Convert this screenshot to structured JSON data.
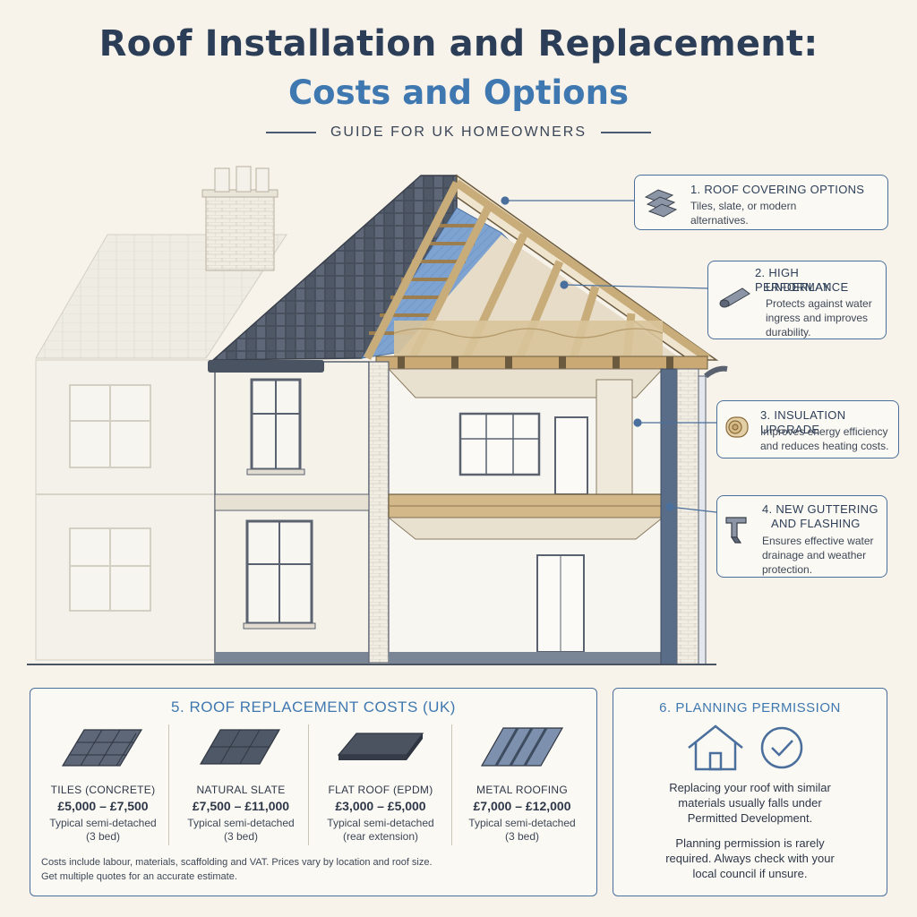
{
  "header": {
    "title_line1": "Roof Installation and Replacement:",
    "title_line2": "Costs and Options",
    "subtitle": "GUIDE FOR UK HOMEOWNERS"
  },
  "callouts": [
    {
      "title": "1. ROOF COVERING OPTIONS",
      "desc_lines": [
        "Tiles, slate, or modern",
        "alternatives."
      ],
      "icon": "roof-tiles-icon"
    },
    {
      "title_lines": [
        "2. HIGH PERFORMANCE",
        "UNDERLAY"
      ],
      "desc_lines": [
        "Protects against water",
        "ingress and improves",
        "durability."
      ],
      "icon": "underlay-roll-icon"
    },
    {
      "title": "3. INSULATION UPGRADE",
      "desc_lines": [
        "Improves energy efficiency",
        "and reduces heating costs."
      ],
      "icon": "insulation-roll-icon"
    },
    {
      "title_lines": [
        "4. NEW GUTTERING",
        "AND FLASHING"
      ],
      "desc_lines": [
        "Ensures effective water",
        "drainage and weather",
        "protection."
      ],
      "icon": "gutter-icon"
    }
  ],
  "costs": {
    "title": "5. ROOF REPLACEMENT COSTS (UK)",
    "items": [
      {
        "name": "TILES (CONCRETE)",
        "price": "£5,000 – £7,500",
        "sub_lines": [
          "Typical semi-detached",
          "(3 bed)"
        ],
        "icon": "concrete-tiles-icon"
      },
      {
        "name": "NATURAL SLATE",
        "price": "£7,500 – £11,000",
        "sub_lines": [
          "Typical semi-detached",
          "(3 bed)"
        ],
        "icon": "slate-icon"
      },
      {
        "name": "FLAT ROOF (EPDM)",
        "price": "£3,000 – £5,000",
        "sub_lines": [
          "Typical semi-detached",
          "(rear extension)"
        ],
        "icon": "flat-roof-icon"
      },
      {
        "name": "METAL ROOFING",
        "price": "£7,000 – £12,000",
        "sub_lines": [
          "Typical semi-detached",
          "(3 bed)"
        ],
        "icon": "metal-roofing-icon"
      }
    ],
    "note_lines": [
      "Costs include labour, materials, scaffolding and VAT. Prices vary by location and roof size.",
      "Get multiple quotes for an accurate estimate."
    ]
  },
  "planning": {
    "title": "6. PLANNING PERMISSION",
    "para1_lines": [
      "Replacing your roof with similar",
      "materials usually falls under",
      "Permitted Development."
    ],
    "para2_lines": [
      "Planning permission is rarely",
      "required. Always check with your",
      "local council if unsure."
    ],
    "icon": "house-check-icon"
  },
  "colors": {
    "accent": "#3f78b0",
    "title": "#2c3e57",
    "border": "#4a6f9c",
    "background": "#f7f3ea",
    "slate": "#4b5563",
    "timber": "#d9c39a"
  }
}
